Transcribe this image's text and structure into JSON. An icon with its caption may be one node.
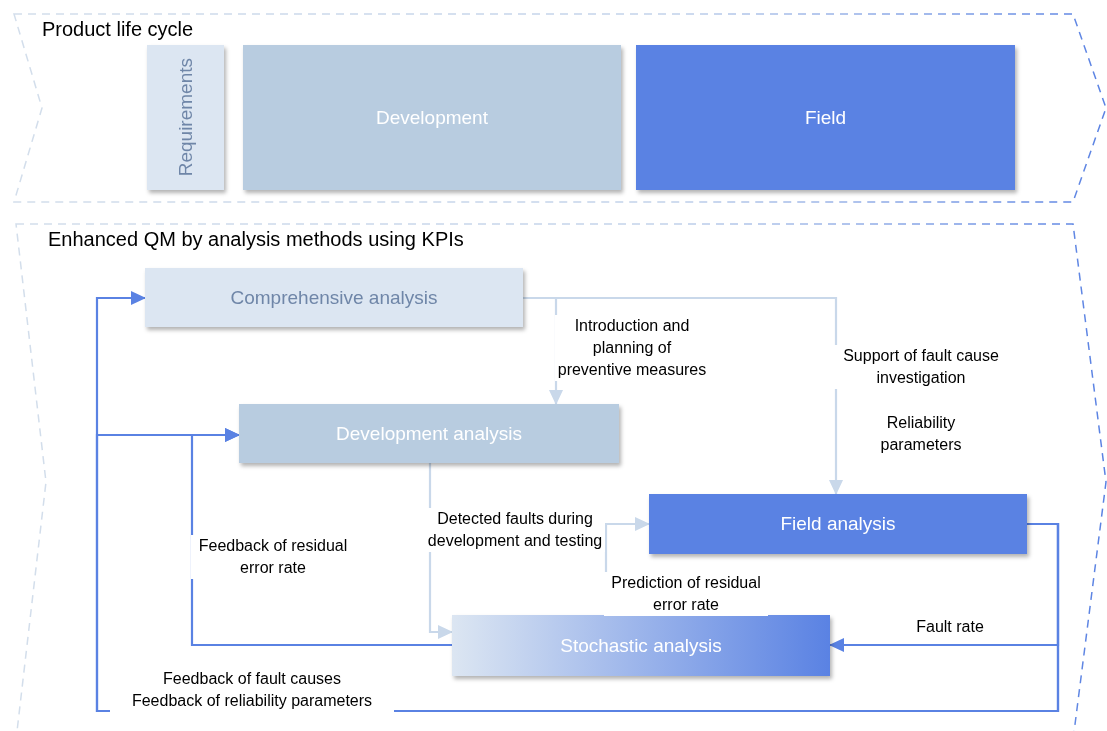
{
  "diagram": {
    "nodes": [
      {
        "text": [
          "Product life cycle"
        ]
      },
      {
        "text": [
          "Requirements"
        ],
        "in": 0
      },
      {
        "text": [
          "Development"
        ],
        "in": 0
      },
      {
        "text": [
          "Field"
        ],
        "in": 0
      },
      {
        "text": [
          "Enhanced QM by analysis methods using KPIs"
        ]
      },
      {
        "text": [
          "Comprehensive analysis"
        ],
        "in": 4
      },
      {
        "text": [
          "Development analysis"
        ],
        "in": 4
      },
      {
        "text": [
          "Field analysis"
        ],
        "in": 4
      },
      {
        "text": [
          "Stochastic analysis"
        ],
        "in": 4
      }
    ],
    "edges": [
      {
        "from": 5,
        "to": 6,
        "arrow": "to",
        "label": "Introduction and planning of preventive measures"
      },
      {
        "from": 5,
        "to": 7,
        "arrow": "to",
        "label": "Support of fault cause investigation"
      },
      {
        "from": 6,
        "to": 8,
        "arrow": "to",
        "label": "Detected faults during development and testing"
      },
      {
        "from": 8,
        "to": 7,
        "arrow": "to",
        "label": "Prediction of residual error rate"
      },
      {
        "from": 7,
        "to": 8,
        "arrow": "to",
        "label": "Fault rate",
        "color": "#5a82e3"
      },
      {
        "from": 7,
        "to": 5,
        "arrow": "to",
        "label": "Feedback of fault causes",
        "color": "#5a82e3"
      },
      {
        "from": 7,
        "to": 6,
        "arrow": "to",
        "label": "Feedback of reliability parameters",
        "color": "#5a82e3"
      },
      {
        "from": 8,
        "to": 6,
        "arrow": "to",
        "label": "Feedback of residual error rate",
        "color": "#5a82e3"
      }
    ],
    "labels": [
      "Reliability parameters"
    ]
  }
}
